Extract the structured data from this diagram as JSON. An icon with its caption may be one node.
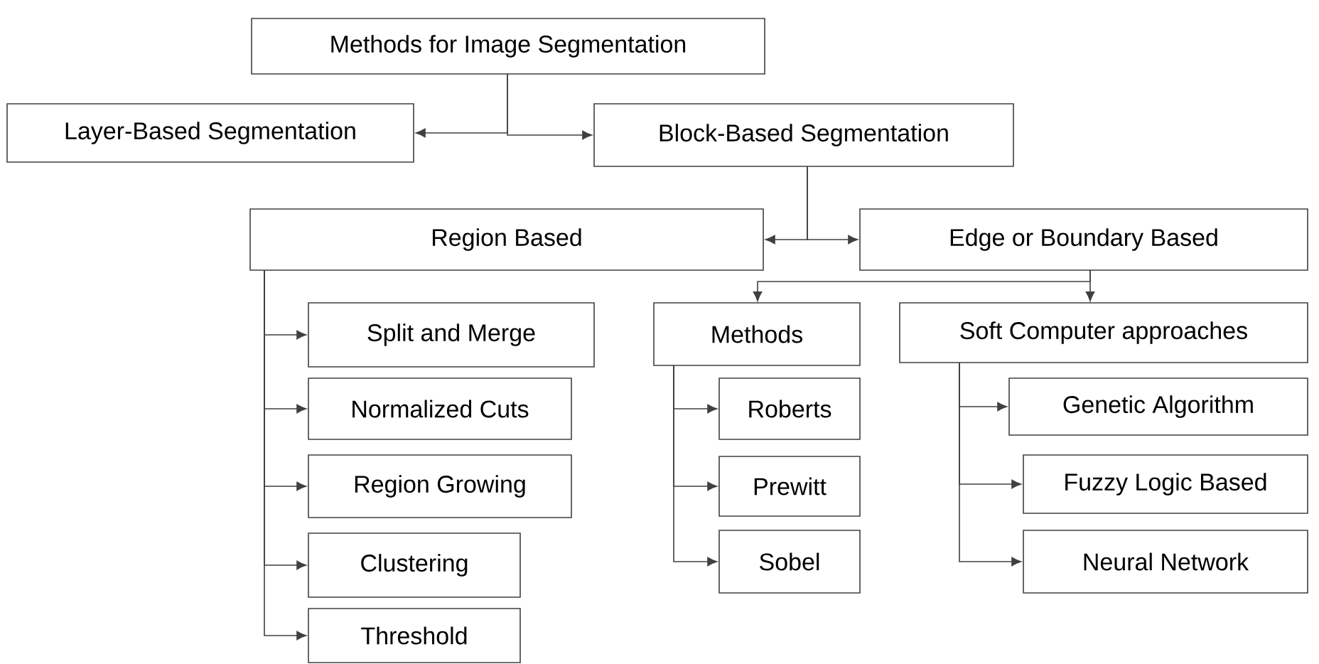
{
  "diagram": {
    "nodes": [
      {
        "text": [
          "Methods for Image Segmentation"
        ]
      },
      {
        "text": [
          "Layer-Based Segmentation"
        ]
      },
      {
        "text": [
          "Block-Based Segmentation"
        ]
      },
      {
        "text": [
          "Region Based"
        ]
      },
      {
        "text": [
          "Edge or Boundary Based"
        ]
      },
      {
        "text": [
          "Split and Merge"
        ]
      },
      {
        "text": [
          "Normalized Cuts"
        ]
      },
      {
        "text": [
          "Region Growing"
        ]
      },
      {
        "text": [
          "Clustering"
        ]
      },
      {
        "text": [
          "Threshold"
        ]
      },
      {
        "text": [
          "Methods"
        ]
      },
      {
        "text": [
          "Soft Computer approaches"
        ]
      },
      {
        "text": [
          "Roberts"
        ]
      },
      {
        "text": [
          "Prewitt"
        ]
      },
      {
        "text": [
          "Sobel"
        ]
      },
      {
        "text": [
          "Genetic Algorithm"
        ]
      },
      {
        "text": [
          "Fuzzy Logic Based"
        ]
      },
      {
        "text": [
          "Neural Network"
        ]
      }
    ],
    "edges": [
      {
        "from": 0,
        "to": 1,
        "arrow": "to"
      },
      {
        "from": 0,
        "to": 2,
        "arrow": "to"
      },
      {
        "from": 2,
        "to": 3,
        "arrow": "to"
      },
      {
        "from": 2,
        "to": 4,
        "arrow": "to"
      },
      {
        "from": 4,
        "to": 10,
        "arrow": "to"
      },
      {
        "from": 4,
        "to": 11,
        "arrow": "to"
      },
      {
        "from": 3,
        "to": 5,
        "arrow": "to"
      },
      {
        "from": 3,
        "to": 6,
        "arrow": "to"
      },
      {
        "from": 3,
        "to": 7,
        "arrow": "to"
      },
      {
        "from": 3,
        "to": 8,
        "arrow": "to"
      },
      {
        "from": 3,
        "to": 9,
        "arrow": "to"
      },
      {
        "from": 10,
        "to": 12,
        "arrow": "to"
      },
      {
        "from": 10,
        "to": 13,
        "arrow": "to"
      },
      {
        "from": 10,
        "to": 14,
        "arrow": "to"
      },
      {
        "from": 11,
        "to": 15,
        "arrow": "to"
      },
      {
        "from": 11,
        "to": 16,
        "arrow": "to"
      },
      {
        "from": 11,
        "to": 17,
        "arrow": "to"
      }
    ]
  }
}
